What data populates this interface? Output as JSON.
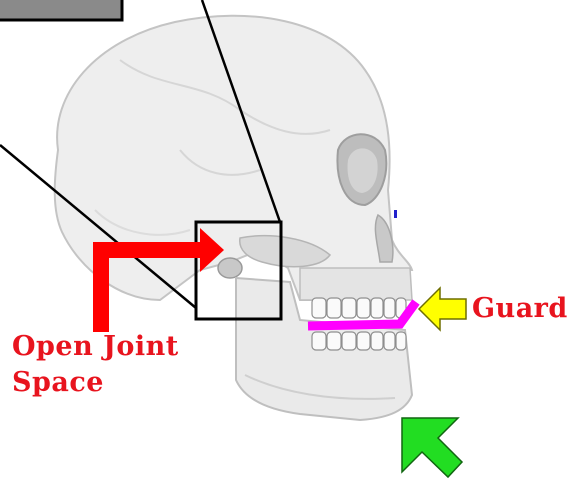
{
  "labels": {
    "open_joint_line1": "Open Joint",
    "open_joint_line2": "Space",
    "guard": "Guard"
  },
  "colors": {
    "label_red": "#e8141e",
    "arrow_red": "#ff0000",
    "guard_magenta": "#ff00ff",
    "guard_arrow_yellow": "#ffff00",
    "corner_arrow_green": "#22dd22",
    "callout_line": "#000000"
  },
  "icons": {
    "skull": "skull-illustration",
    "open_joint_arrow": "red-elbow-arrow-icon",
    "guard_arrow": "yellow-left-arrow-icon",
    "corner_arrow": "green-up-left-arrow-icon"
  }
}
